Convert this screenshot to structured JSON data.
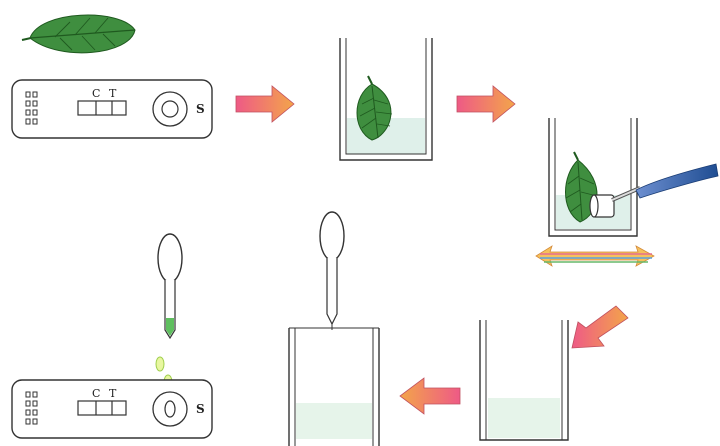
{
  "diagram": {
    "strip_top": {
      "c_label": "C",
      "t_label": "T",
      "s_label": "S"
    },
    "strip_bottom": {
      "c_label": "C",
      "t_label": "T",
      "s_label": "S"
    }
  },
  "colors": {
    "leaf": "#3a8a3a",
    "leaf_dark": "#1f5a1f",
    "liquid": "#dcefe8",
    "arrow_pink": "#e8607a",
    "arrow_orange": "#f0a050",
    "pestle_handle": "#2f5fa0",
    "stroke": "#333333"
  },
  "icons": {
    "test_strip": "test-strip-icon",
    "leaf": "leaf-icon",
    "container": "container-icon",
    "pestle": "pestle-icon",
    "dropper": "dropper-icon",
    "arrow": "arrow-icon",
    "shake": "double-arrow-icon"
  }
}
